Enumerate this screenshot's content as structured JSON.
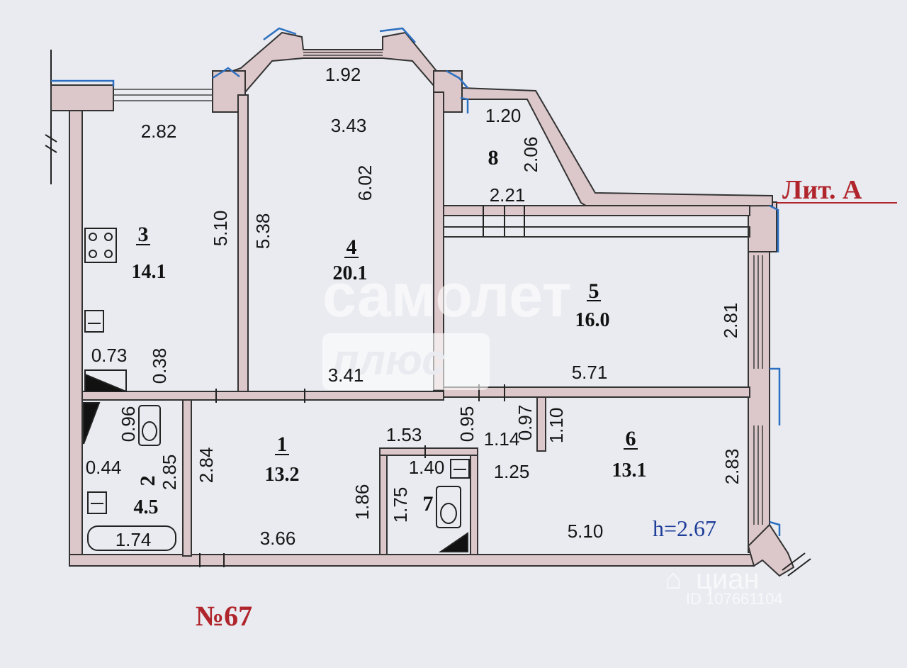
{
  "building_label": "Лит. А",
  "apartment_label": "№67",
  "ceiling_height": "h=2.67",
  "watermarks": {
    "brand_line1": "самолет",
    "brand_line2": "плюс",
    "listing_brand": "циан",
    "listing_id": "ID 107661104"
  },
  "rooms": [
    {
      "number": "3",
      "area": "14.1"
    },
    {
      "number": "4",
      "area": "20.1"
    },
    {
      "number": "8",
      "area": ""
    },
    {
      "number": "5",
      "area": "16.0"
    },
    {
      "number": "1",
      "area": "13.2"
    },
    {
      "number": "2",
      "area": "4.5"
    },
    {
      "number": "7",
      "area": ""
    },
    {
      "number": "6",
      "area": "13.1"
    }
  ],
  "dimensions": {
    "r3_top": "2.82",
    "r3_right": "5.10",
    "r3_niche_w": "0.73",
    "r3_niche_h": "0.38",
    "r4_bay": "1.92",
    "r4_top": "3.43",
    "r4_height": "6.02",
    "r4_left": "5.38",
    "r4_bottom": "3.41",
    "r8_top": "1.20",
    "r8_side": "2.06",
    "r8_bottom": "2.21",
    "r5_right": "2.81",
    "r5_bottom": "5.71",
    "hall_a": "0.95",
    "hall_b": "0.97",
    "hall_c": "1.14",
    "hall_d": "1.10",
    "r1_top": "1.53",
    "r1_right": "1.86",
    "r1_left": "2.84",
    "r1_bottom": "3.66",
    "r2_a": "0.96",
    "r2_b": "0.44",
    "r2_h": "2.85",
    "r2_bath": "1.74",
    "r7_top": "1.40",
    "r7_h": "1.75",
    "r6_left": "1.25",
    "r6_right": "2.83",
    "r6_bottom": "5.10"
  }
}
